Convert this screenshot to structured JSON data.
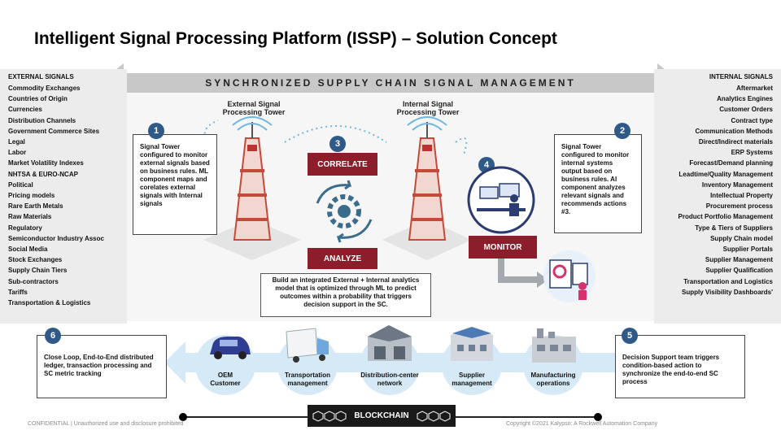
{
  "title": "Intelligent Signal Processing Platform (ISSP) – Solution Concept",
  "banner": "SYNCHRONIZED SUPPLY CHAIN SIGNAL MANAGEMENT",
  "external_signals": {
    "heading": "EXTERNAL SIGNALS",
    "items": [
      "Commodity Exchanges",
      "Countries of Origin",
      "Currencies",
      "Distribution Channels",
      "Government Commerce Sites",
      "Legal",
      "Labor",
      "Market Volatility Indexes",
      "NHTSA & EURO-NCAP",
      "Political",
      "Pricing models",
      "Rare Earth Metals",
      "Raw Materials",
      "Regulatory",
      "Semiconductor Industry Assoc",
      "Social Media",
      "Stock Exchanges",
      "Supply Chain Tiers",
      "Sub-contractors",
      "Tariffs",
      "Transportation & Logistics"
    ]
  },
  "internal_signals": {
    "heading": "INTERNAL SIGNALS",
    "items": [
      "Aftermarket",
      "Analytics Engines",
      "Customer Orders",
      "Contract type",
      "Communication Methods",
      "Direct/Indirect materials",
      "ERP Systems",
      "Forecast/Demand planning",
      "Leadtime/Quality Management",
      "Inventory Management",
      "Intellectual Property",
      "Procurement process",
      "Product Portfolio Management",
      "Type & Tiers of Suppliers",
      "Supply Chain model",
      "Supplier Portals",
      "Supplier Management",
      "Supplier Qualification",
      "Transportation and Logistics",
      "Supply Visibility Dashboards'"
    ]
  },
  "towers": {
    "external": "External Signal\nProcessing Tower",
    "internal": "Internal Signal\nProcessing Tower"
  },
  "steps": {
    "s1": {
      "num": "1",
      "text": "Signal Tower configured to monitor external signals based on business rules. ML component maps and corelates external signals with Internal signals"
    },
    "s2": {
      "num": "2",
      "text": "Signal Tower configured to monitor internal systems output based on business rules. AI component analyzes relevant signals and recommends actions #3."
    },
    "s3": {
      "num": "3"
    },
    "s4": {
      "num": "4"
    },
    "s5": {
      "num": "5",
      "text": "Decision Support team triggers condition-based action to synchronize the end-to-end SC process"
    },
    "s6": {
      "num": "6",
      "text": "Close Loop, End-to-End distributed ledger, transaction processing and SC metric tracking"
    }
  },
  "tags": {
    "correlate": "CORRELATE",
    "analyze": "ANALYZE",
    "monitor": "MONITOR"
  },
  "analytics_text": "Build an integrated External + Internal analytics model that is optimized through ML to predict outcomes within a probability that triggers decision support in the SC.",
  "process": [
    {
      "label": "OEM\nCustomer",
      "icon": "car-icon"
    },
    {
      "label": "Transportation\nmanagement",
      "icon": "truck-icon"
    },
    {
      "label": "Distribution-center\nnetwork",
      "icon": "warehouse-icon"
    },
    {
      "label": "Supplier\nmanagement",
      "icon": "supplier-building-icon"
    },
    {
      "label": "Manufacturing\noperations",
      "icon": "factory-icon"
    }
  ],
  "blockchain": "BLOCKCHAIN",
  "footer": {
    "confidential": "CONFIDENTIAL  |  Unauthorized use and disclosure prohibited",
    "copyright": "Copyright ©2021 Kalypso: A Rockwell Automation Company"
  },
  "colors": {
    "accent_red": "#8b1e2a",
    "step_blue": "#2f5a88",
    "light_blue": "#d6e9f6",
    "arrow_gray": "#c8c8c8"
  }
}
